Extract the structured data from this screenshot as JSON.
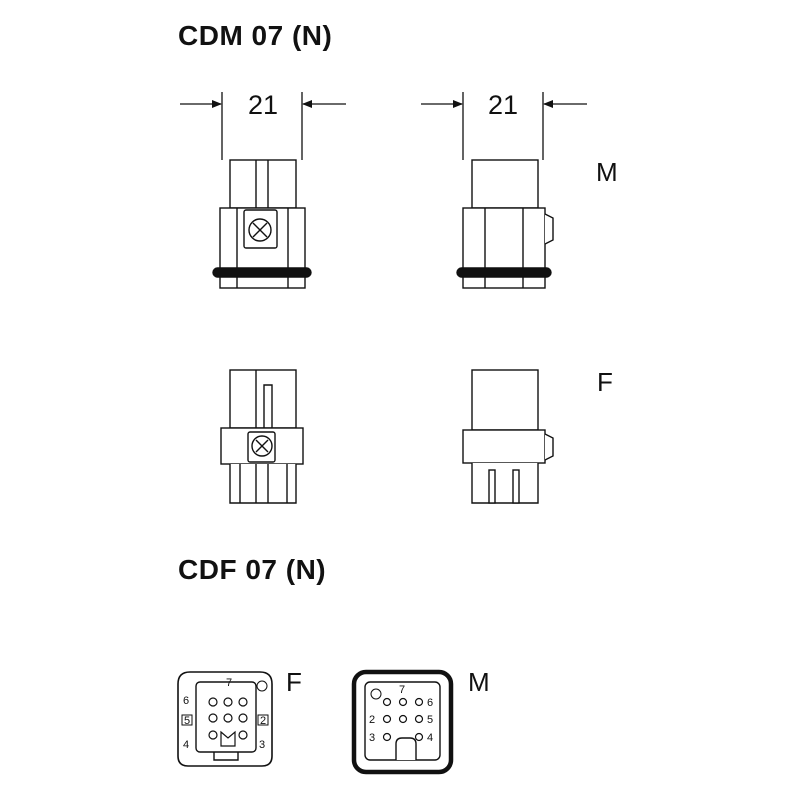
{
  "titles": {
    "top": "CDM 07 (N)",
    "bottom": "CDF 07 (N)"
  },
  "dimensions": {
    "front": "21",
    "side": "21"
  },
  "views": {
    "male": "M",
    "female": "F"
  },
  "pinout": {
    "female": [
      "6",
      "7",
      "5",
      "2",
      "4",
      "3"
    ],
    "male": [
      "7",
      "6",
      "2",
      "5",
      "3",
      "4"
    ]
  }
}
